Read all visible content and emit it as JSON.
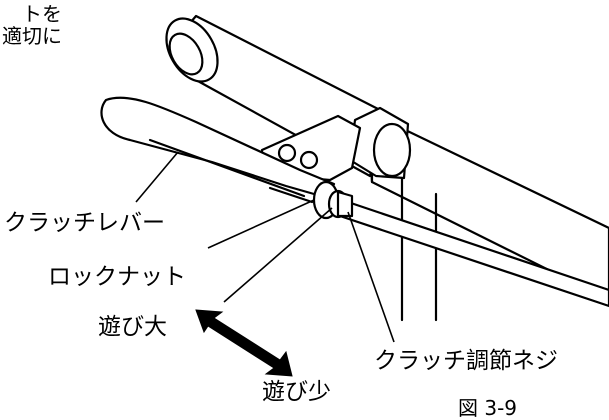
{
  "intro_text": "トを\n適切に",
  "labels": {
    "clutch_lever": "クラッチレバー",
    "lock_nut": "ロックナット",
    "play_large": "遊び大",
    "play_small": "遊び少",
    "adjust_screw": "クラッチ調節ネジ",
    "figure_number": "図 3-9"
  }
}
